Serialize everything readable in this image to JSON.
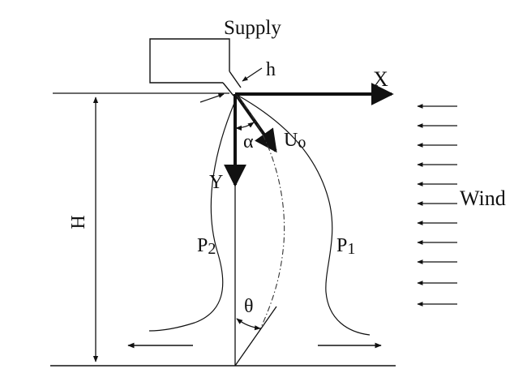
{
  "labels": {
    "supply": "Supply",
    "h": "h",
    "x_axis": "X",
    "y_axis": "Y",
    "alpha": "α",
    "u0_main": "U",
    "u0_sub": "o",
    "wind": "Wind",
    "height": "H",
    "p2_main": "P",
    "p2_sub": "2",
    "p1_main": "P",
    "p1_sub": "1",
    "theta": "θ"
  }
}
